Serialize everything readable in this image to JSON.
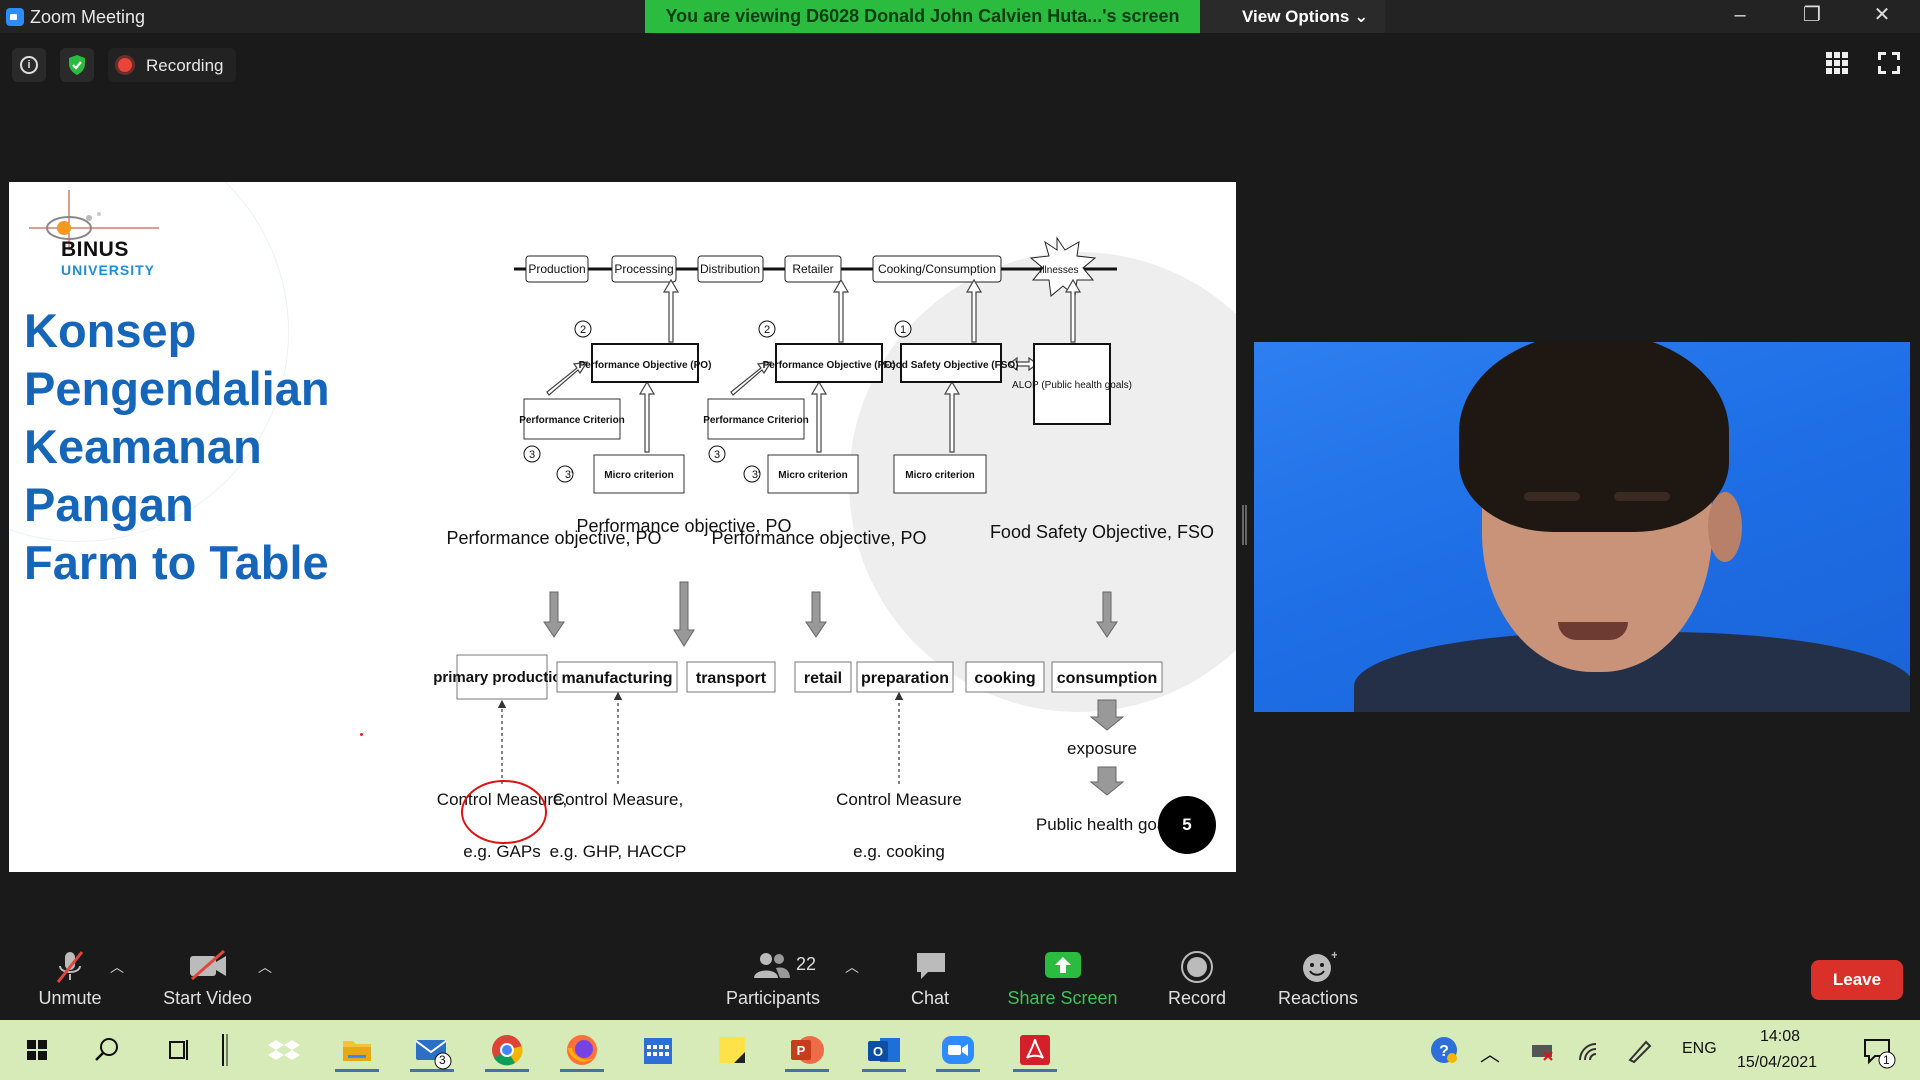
{
  "window": {
    "title": "Zoom Meeting",
    "banner": "You are viewing D6028 Donald John Calvien Huta...'s screen",
    "view_options": "View Options",
    "minimize": "–",
    "restore": "❐",
    "close": "✕"
  },
  "status": {
    "recording_label": "Recording",
    "info_glyph": "i"
  },
  "slide": {
    "logo_name": "BINUS",
    "logo_sub": "UNIVERSITY",
    "title_lines": [
      "Konsep",
      "Pengendalian",
      "Keamanan",
      "Pangan",
      "Farm to Table"
    ],
    "page_number": "5",
    "chain_top": [
      "Production",
      "Processing",
      "Distribution",
      "Retailer",
      "Cooking/Consumption",
      "Illnesses"
    ],
    "po_box": "Performance Objective (PO)",
    "fso_box": "Food Safety Objective (FSO)",
    "perf_criterion": "Performance Criterion",
    "micro_criterion": "Micro criterion",
    "alop_box": "ALOP (Public health goals)",
    "markers": [
      "2",
      "2",
      "1",
      "3",
      "3'",
      "3",
      "3'"
    ],
    "objective_labels": [
      "Performance objective, PO",
      "Performance objective, PO",
      "Performance objective, PO",
      "Food Safety Objective, FSO"
    ],
    "stages": [
      "primary production",
      "manufacturing",
      "transport",
      "retail",
      "preparation",
      "cooking",
      "consumption"
    ],
    "exposure": "exposure",
    "public_health_goal": "Public health goal",
    "control_measures": [
      {
        "label": "Control Measure,",
        "example": "e.g. GAPs"
      },
      {
        "label": "Control Measure,",
        "example": "e.g. GHP, HACCP"
      },
      {
        "label": "Control Measure",
        "example": "e.g. cooking"
      }
    ]
  },
  "toolbar": {
    "unmute": "Unmute",
    "start_video": "Start Video",
    "participants": "Participants",
    "participants_count": "22",
    "chat": "Chat",
    "share_screen": "Share Screen",
    "record": "Record",
    "reactions": "Reactions",
    "leave": "Leave"
  },
  "taskbar": {
    "mail_badge": "3",
    "language": "ENG",
    "time": "14:08",
    "date": "15/04/2021",
    "notification_count": "1"
  },
  "colors": {
    "banner_green": "#2bbc3f",
    "share_green": "#3ec25a",
    "leave_red": "#d9302a",
    "slide_title_blue": "#1565b8",
    "taskbar_bg": "#d7ebb9"
  }
}
